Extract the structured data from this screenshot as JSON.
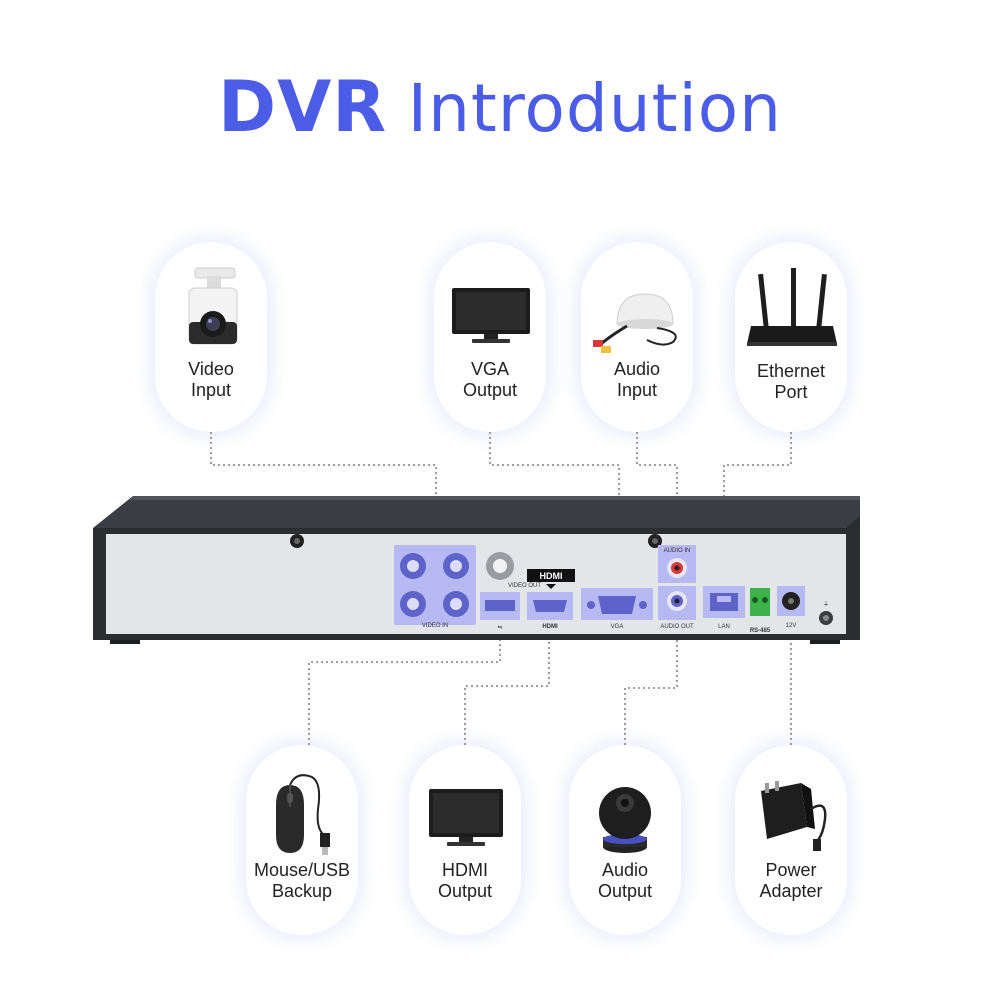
{
  "title": {
    "bold": "DVR",
    "light": "Introdution"
  },
  "accent_color": "#4b5ce6",
  "top_cards": [
    {
      "label": [
        "Video",
        "Input"
      ],
      "icon": "bullet-camera-icon"
    },
    {
      "label": [
        "VGA",
        "Output"
      ],
      "icon": "monitor-icon"
    },
    {
      "label": [
        "Audio",
        "Input"
      ],
      "icon": "microphone-icon"
    },
    {
      "label": [
        "Ethernet",
        "Port"
      ],
      "icon": "router-icon"
    }
  ],
  "bottom_cards": [
    {
      "label": [
        "Mouse/USB",
        "Backup"
      ],
      "icon": "mouse-icon"
    },
    {
      "label": [
        "HDMI",
        "Output"
      ],
      "icon": "monitor-icon"
    },
    {
      "label": [
        "Audio",
        "Output"
      ],
      "icon": "speaker-icon"
    },
    {
      "label": [
        "Power",
        "Adapter"
      ],
      "icon": "power-adapter-icon"
    }
  ],
  "dvr_port_labels": {
    "video_in": "VIDEO IN",
    "video_out": "VIDEO OUT",
    "hdmi_badge": "HDMI",
    "hdmi": "HDMI",
    "vga": "VGA",
    "audio_in": "AUDIO IN",
    "audio_out": "AUDIO OUT",
    "lan": "LAN",
    "rs485": "RS-485",
    "power": "12V"
  }
}
